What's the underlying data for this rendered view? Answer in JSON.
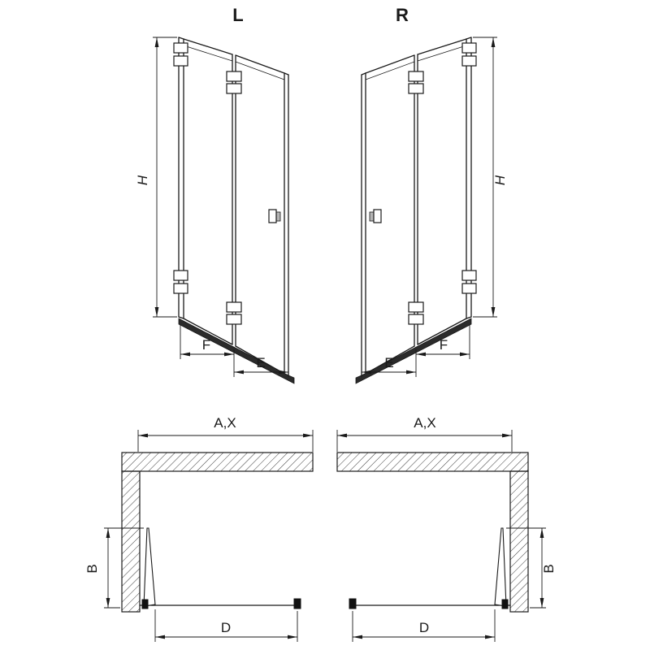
{
  "doors": {
    "left": {
      "label": "L",
      "dims": {
        "height": "H",
        "wall_panel": "F",
        "front_panel": "E"
      }
    },
    "right": {
      "label": "R",
      "dims": {
        "height": "H",
        "wall_panel": "F",
        "front_panel": "E"
      }
    }
  },
  "plans": {
    "left": {
      "dims": {
        "width": "A,X",
        "depth": "B",
        "entry": "D"
      }
    },
    "right": {
      "dims": {
        "width": "A,X",
        "depth": "B",
        "entry": "D"
      }
    }
  }
}
